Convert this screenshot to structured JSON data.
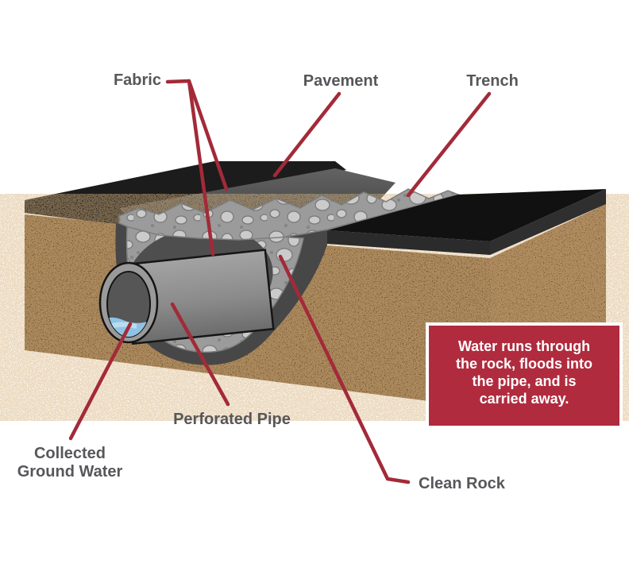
{
  "diagram": {
    "title_context": "French drain cross-section illustration",
    "labels": {
      "fabric": "Fabric",
      "pavement": "Pavement",
      "trench": "Trench",
      "perforated_pipe": "Perforated Pipe",
      "collected_ground_water_line1": "Collected",
      "collected_ground_water_line2": "Ground Water",
      "clean_rock": "Clean Rock"
    },
    "callout": {
      "line1": "Water runs through",
      "line2": "the rock, floods into",
      "line3": "the pipe, and is",
      "line4": "carried away."
    },
    "colors": {
      "accent_red": "#A32A39",
      "callout_bg": "#B02B3E",
      "callout_text": "#FFFFFF",
      "label_gray": "#56575A",
      "soil_brown_front": "#6F4D2B",
      "soil_brown_side": "#7B5634",
      "pavement_black": "#1C1C1C",
      "fabric_gray": "#4A4A4A",
      "rock_gray": "#9B9B9B",
      "pebble_light": "#CBCBCB",
      "pipe_gray": "#9A9A9A",
      "water_blue": "#8FC3E4"
    }
  }
}
